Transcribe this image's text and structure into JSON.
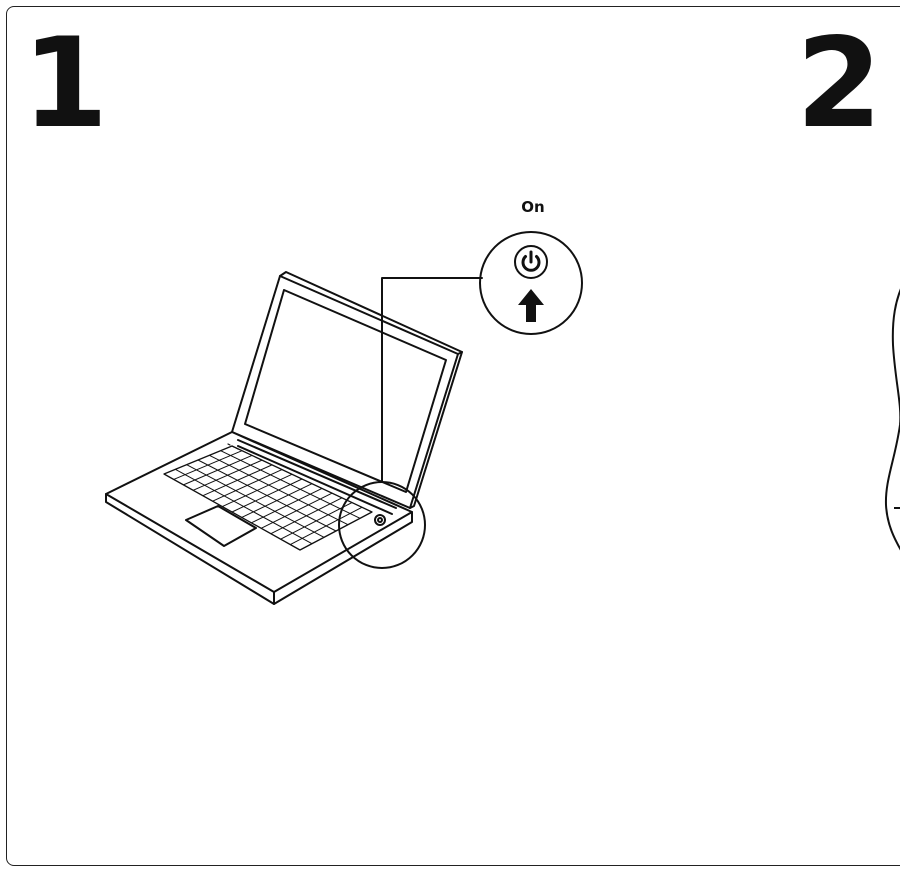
{
  "steps": {
    "first": "1",
    "second": "2"
  },
  "callout": {
    "label": "On",
    "icon": "power-icon",
    "arrow": "arrow-up-icon"
  },
  "colors": {
    "line": "#111111",
    "background": "#ffffff"
  }
}
